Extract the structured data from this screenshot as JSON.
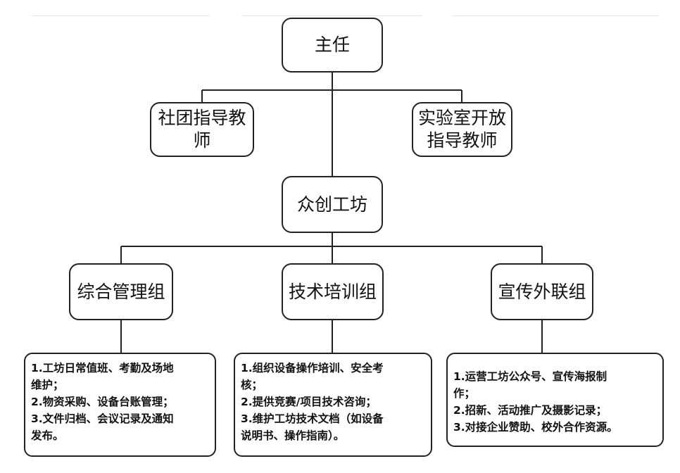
{
  "org_chart": {
    "director": "主任",
    "advisor_club": "社团指导教\n师",
    "advisor_lab": "实验室开放\n指导教师",
    "workshop": "众创工坊",
    "groups": [
      {
        "name": "综合管理组",
        "duties": [
          "1.工坊日常值班、考勤及场地",
          "维护；",
          "2.物资采购、设备台账管理；",
          "3.文件归档、会议记录及通知",
          "发布。"
        ]
      },
      {
        "name": "技术培训组",
        "duties": [
          "1.组织设备操作培训、安全考",
          "核；",
          "2.提供竞赛/项目技术咨询；",
          "3.维护工坊技术文档（如设备",
          "说明书、操作指南）。"
        ]
      },
      {
        "name": "宣传外联组",
        "duties": [
          "1.运营工坊公众号、宣传海报制",
          "作；",
          "2.招新、活动推广及摄影记录；",
          "3.对接企业赞助、校外合作资源。"
        ]
      }
    ]
  }
}
